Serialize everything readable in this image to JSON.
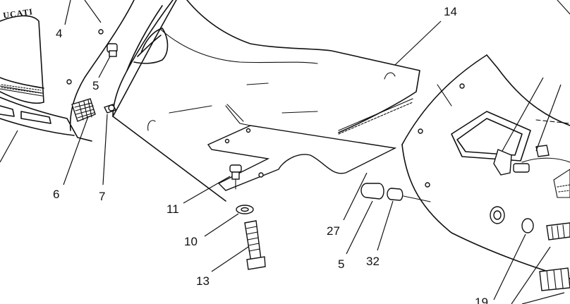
{
  "logo": {
    "text": "UCATI"
  },
  "callouts": [
    {
      "id": "c4",
      "label": "4"
    },
    {
      "id": "c5a",
      "label": "5"
    },
    {
      "id": "c6",
      "label": "6"
    },
    {
      "id": "c7",
      "label": "7"
    },
    {
      "id": "c14",
      "label": "14"
    },
    {
      "id": "c11",
      "label": "11"
    },
    {
      "id": "c10",
      "label": "10"
    },
    {
      "id": "c13",
      "label": "13"
    },
    {
      "id": "c27",
      "label": "27"
    },
    {
      "id": "c5b",
      "label": "5"
    },
    {
      "id": "c32",
      "label": "32"
    },
    {
      "id": "c19",
      "label": "19"
    }
  ]
}
